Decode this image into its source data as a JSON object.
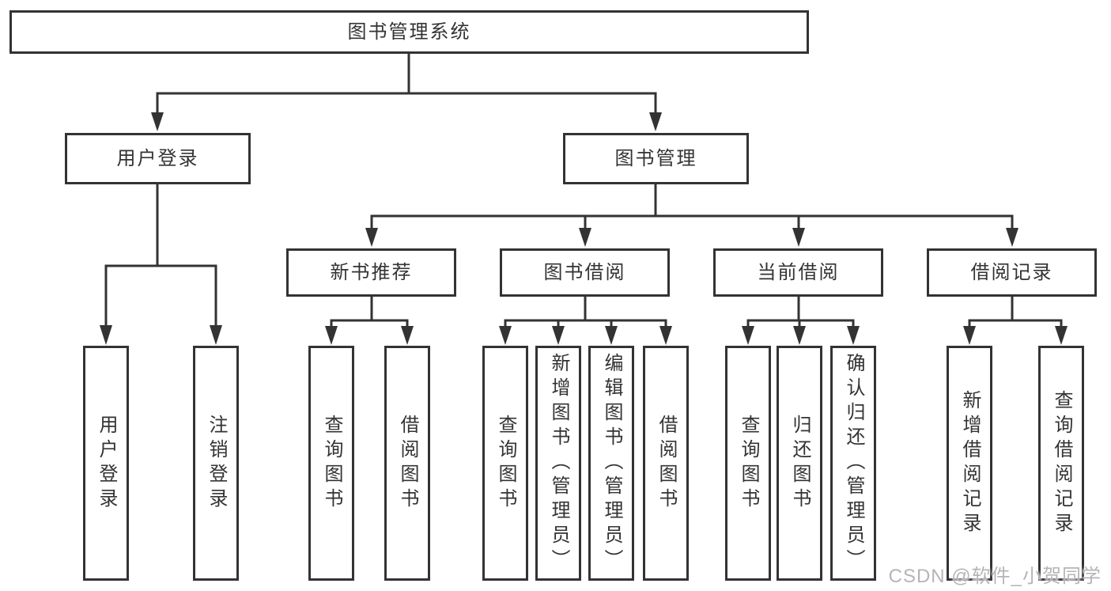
{
  "diagram": {
    "title": "图书管理系统",
    "watermark": "CSDN @软件_小贺同学",
    "colors": {
      "line": "#333333",
      "box_border": "#333333",
      "text": "#333333",
      "background": "#ffffff",
      "watermark": "#afafaf"
    },
    "nodes": {
      "root": {
        "label": "图书管理系统"
      },
      "user_login": {
        "label": "用户登录"
      },
      "book_management": {
        "label": "图书管理"
      },
      "new_book_recommend": {
        "label": "新书推荐"
      },
      "book_borrow": {
        "label": "图书借阅"
      },
      "current_borrow": {
        "label": "当前借阅"
      },
      "borrow_records": {
        "label": "借阅记录"
      },
      "leaf_user_login": {
        "label": "用户登录"
      },
      "leaf_logout": {
        "label": "注销登录"
      },
      "leaf_newbook_query_book": {
        "label": "查询图书"
      },
      "leaf_newbook_borrow_book": {
        "label": "借阅图书"
      },
      "leaf_borrow_query_book": {
        "label": "查询图书"
      },
      "leaf_borrow_add_book": {
        "label": "新增图书（管理员）"
      },
      "leaf_borrow_edit_book": {
        "label": "编辑图书（管理员）"
      },
      "leaf_borrow_borrow_book": {
        "label": "借阅图书"
      },
      "leaf_current_query_book": {
        "label": "查询图书"
      },
      "leaf_current_return_book": {
        "label": "归还图书"
      },
      "leaf_current_confirm_return": {
        "label": "确认归还（管理员）"
      },
      "leaf_records_add_record": {
        "label": "新增借阅记录"
      },
      "leaf_records_query_record": {
        "label": "查询借阅记录"
      }
    },
    "hierarchy": [
      {
        "parent": "图书管理系统",
        "children": [
          "用户登录",
          "图书管理"
        ]
      },
      {
        "parent": "用户登录",
        "children": [
          "用户登录",
          "注销登录"
        ]
      },
      {
        "parent": "图书管理",
        "children": [
          "新书推荐",
          "图书借阅",
          "当前借阅",
          "借阅记录"
        ]
      },
      {
        "parent": "新书推荐",
        "children": [
          "查询图书",
          "借阅图书"
        ]
      },
      {
        "parent": "图书借阅",
        "children": [
          "查询图书",
          "新增图书（管理员）",
          "编辑图书（管理员）",
          "借阅图书"
        ]
      },
      {
        "parent": "当前借阅",
        "children": [
          "查询图书",
          "归还图书",
          "确认归还（管理员）"
        ]
      },
      {
        "parent": "借阅记录",
        "children": [
          "新增借阅记录",
          "查询借阅记录"
        ]
      }
    ]
  }
}
